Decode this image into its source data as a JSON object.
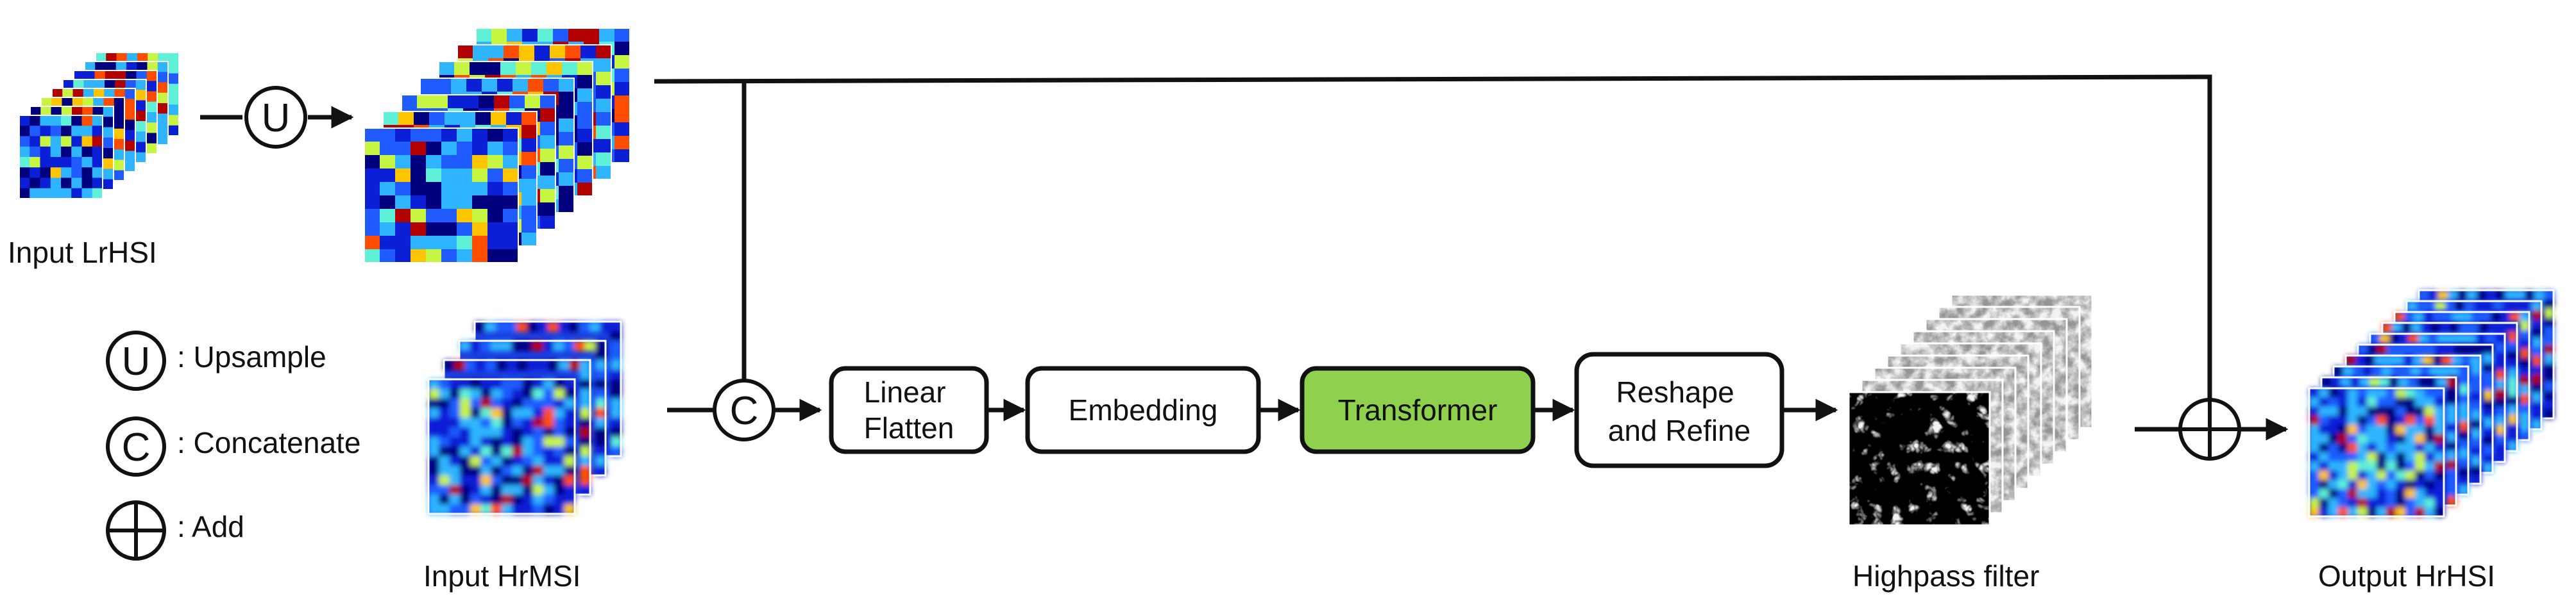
{
  "labels": {
    "input_lrhsi": "Input LrHSI",
    "input_hrmsi": "Input HrMSI",
    "highpass_filter": "Highpass filter",
    "output_hrhsi": "Output HrHSI"
  },
  "blocks": {
    "linear_flatten": [
      "Linear",
      "Flatten"
    ],
    "embedding": "Embedding",
    "transformer": "Transformer",
    "reshape_refine": [
      "Reshape",
      "and Refine"
    ]
  },
  "operators": {
    "upsample_symbol": "U",
    "concatenate_symbol": "C"
  },
  "legend": {
    "upsample": ": Upsample",
    "concatenate": ": Concatenate",
    "add": ": Add"
  },
  "colors": {
    "transformer_fill": "#8fd14f",
    "block_stroke": "#111111",
    "arrow": "#111111",
    "heatmap_scale": [
      "#00007f",
      "#0a1fd6",
      "#1f5bff",
      "#2fb5ff",
      "#5ef1d7",
      "#c6f542",
      "#ffc400",
      "#ff4d00",
      "#b30000"
    ]
  },
  "icons": {
    "lrhsi_stack": "heatmap-cube-stack",
    "upsampled_stack": "heatmap-cube-stack",
    "hrmsi_stack": "heatmap-image-stack",
    "highpass_stack": "grayscale-texture-stack",
    "output_stack": "heatmap-image-stack"
  }
}
